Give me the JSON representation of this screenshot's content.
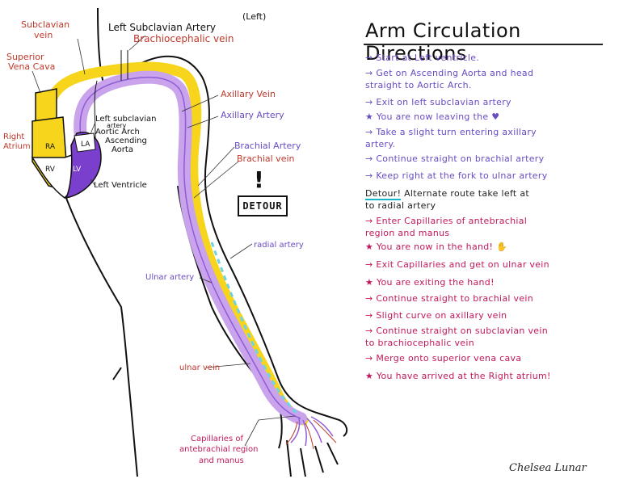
{
  "diagram": {
    "side_note": "(Left)",
    "labels": {
      "left_subclavian_artery_top": "Left Subclavian Artery",
      "brachiocephalic_vein": "Brachiocephalic vein",
      "subclavian_vein_1": "Subclavian",
      "subclavian_vein_2": "vein",
      "superior_vena_cava_1": "Superior",
      "superior_vena_cava_2": "Vena Cava",
      "right_atrium_1": "Right",
      "right_atrium_2": "Atrium",
      "ra": "RA",
      "rv": "RV",
      "la": "LA",
      "lv": "LV",
      "left_subclavian_artery_heart_1": "Left subclavian",
      "left_subclavian_artery_heart_2": "artery",
      "aortic_arch": "Aortic Arch",
      "ascending_aorta_1": "Ascending",
      "ascending_aorta_2": "Aorta",
      "left_ventricle": "Left Ventricle",
      "axillary_vein": "Axillary Vein",
      "axillary_artery": "Axillary Artery",
      "brachial_artery": "Brachial Artery",
      "brachial_vein": "Brachial vein",
      "detour": "DETOUR",
      "exclamation": "!",
      "radial_artery": "radial artery",
      "ulnar_artery": "Ulnar artery",
      "ulnar_vein": "ulnar vein",
      "capillaries_1": "Capillaries of",
      "capillaries_2": "antebrachial region",
      "capillaries_3": "and manus"
    },
    "colors": {
      "vein": "#f7d51c",
      "artery": "#c9a3ec",
      "artery_edge": "#8e5cd6",
      "capillary": "#6fd3e3",
      "heart_right": "#ffffff",
      "heart_left": "#7a3fcc",
      "label_red": "#c0392b",
      "label_purple": "#6a4cc4",
      "outline": "#111111"
    }
  },
  "directions": {
    "title": "Arm Circulation Directions",
    "steps": [
      "→ Start at Left ventricle.",
      "→ Get on Ascending Aorta and head\n   straight to Aortic Arch.",
      "→ Exit on left subclavian artery",
      "★ You are now leaving the ♥",
      "→ Take a slight turn entering axillary\n   artery.",
      "→ Continue straight on brachial artery",
      "→ Keep right at the fork to ulnar artery",
      "→ Enter Capillaries of antebrachial\n   region and manus",
      "★ You are now in the hand! ✋",
      "→ Exit Capillaries and get on ulnar vein",
      "★ You are exiting the hand!",
      "→ Continue straight to brachial vein",
      "→ Slight curve on axillary vein",
      "→ Continue straight on subclavian vein\n   to brachiocephalic vein",
      "→ Merge onto superior vena cava",
      "★ You have arrived at the Right atrium!"
    ],
    "detour_word": "Detour!",
    "detour_text": " Alternate route take left at\nto radial artery",
    "signature": "Chelsea Lunar"
  }
}
